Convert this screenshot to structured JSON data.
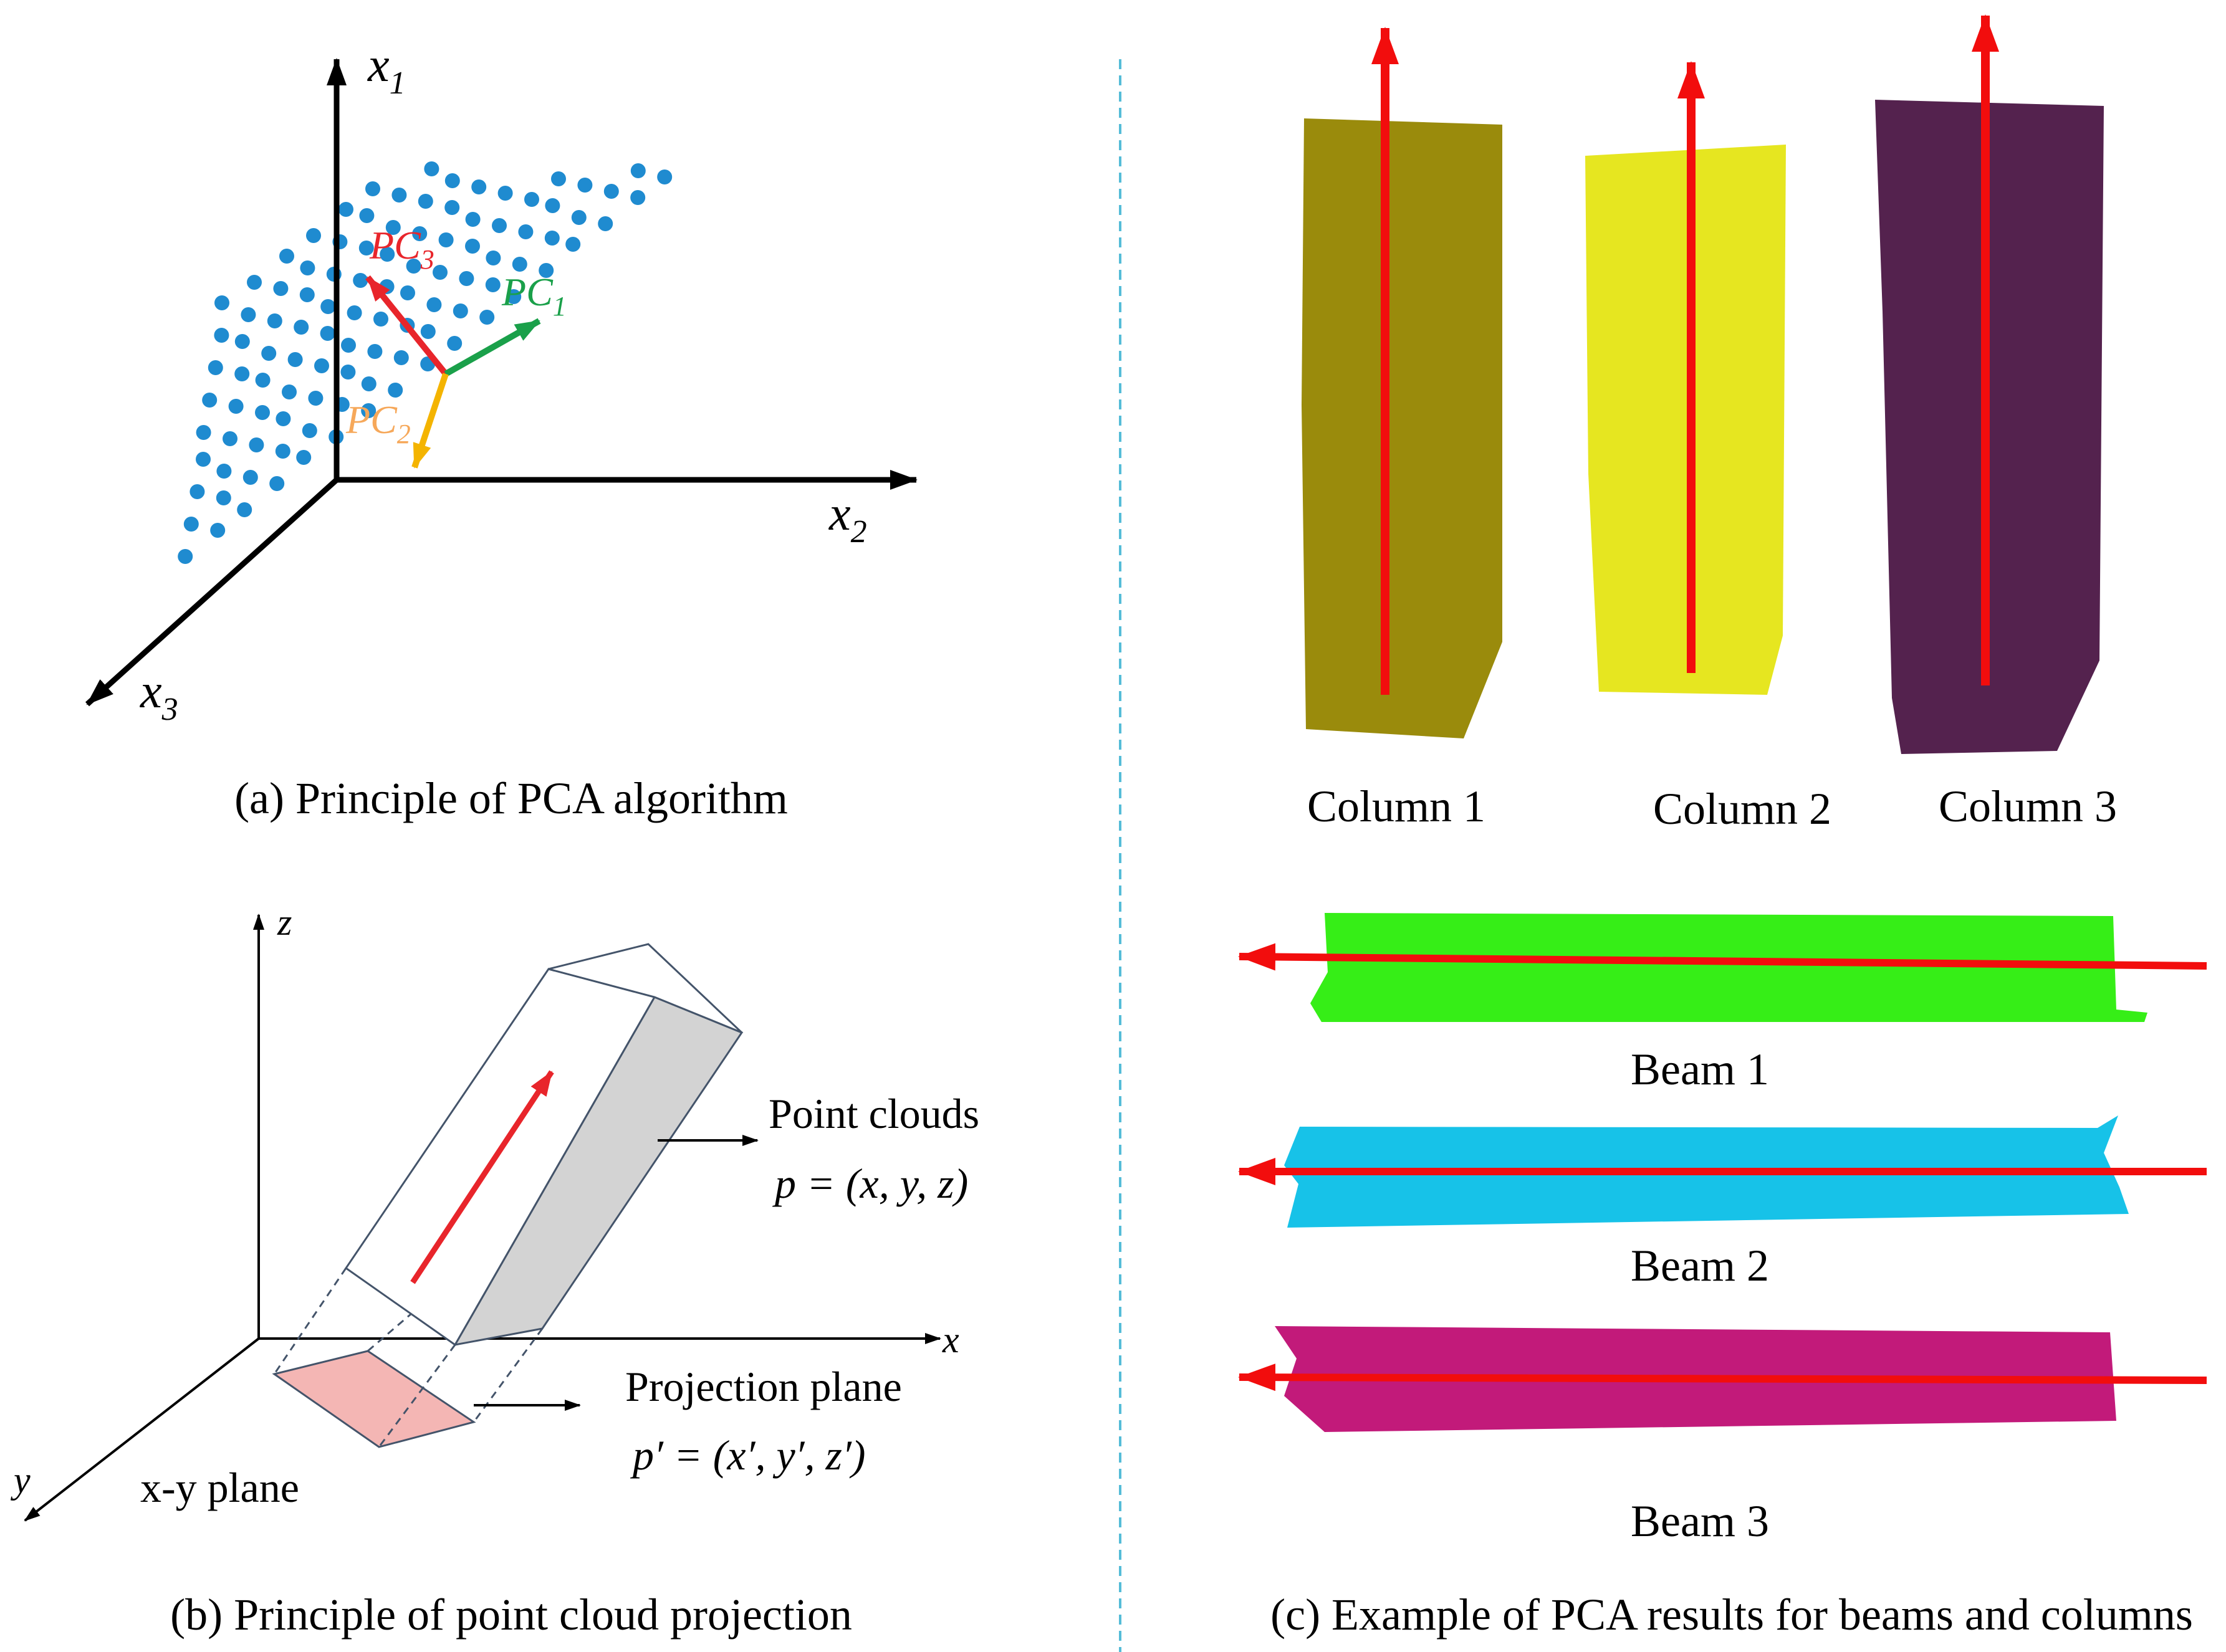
{
  "panel_a": {
    "caption": "(a) Principle of PCA algorithm",
    "axes": {
      "x1": {
        "base": "x",
        "sub": "1"
      },
      "x2": {
        "base": "x",
        "sub": "2"
      },
      "x3": {
        "base": "x",
        "sub": "3"
      }
    },
    "components": [
      {
        "base": "PC",
        "sub": "1",
        "color": "#1aa04a"
      },
      {
        "base": "PC",
        "sub": "2",
        "color": "#f6a85a"
      },
      {
        "base": "PC",
        "sub": "3",
        "color": "#e8252b"
      }
    ],
    "arrow_colors": {
      "pc1": "#1aa04a",
      "pc2": "#f4b400",
      "pc3": "#e8252b"
    },
    "point_color": "#1f8bd0"
  },
  "panel_b": {
    "caption": "(b) Principle of point cloud projection",
    "axes": {
      "z": "z",
      "x": "x",
      "y": "y"
    },
    "label_points": "Point clouds",
    "formula_points": "p = (x, y, z)",
    "label_projection": "Projection plane",
    "formula_projection": "p′ = (x′, y′, z′)",
    "label_plane": "x-y plane",
    "colors": {
      "side_face": "#d3d3d3",
      "projection": "#f4b6b4",
      "direction": "#e8252b",
      "edge": "#44546a"
    }
  },
  "panel_c": {
    "caption": "(c)  Example of PCA results for beams and columns",
    "columns": [
      {
        "label": "Column 1",
        "color": "#9a8b0c"
      },
      {
        "label": "Column 2",
        "color": "#e6e620"
      },
      {
        "label": "Column 3",
        "color": "#54224e"
      }
    ],
    "beams": [
      {
        "label": "Beam 1",
        "color": "#36ee17"
      },
      {
        "label": "Beam 2",
        "color": "#17c2e8"
      },
      {
        "label": "Beam 3",
        "color": "#c21a7a"
      }
    ],
    "arrow_color": "#f20d0d"
  },
  "divider_color": "#55bcd8"
}
